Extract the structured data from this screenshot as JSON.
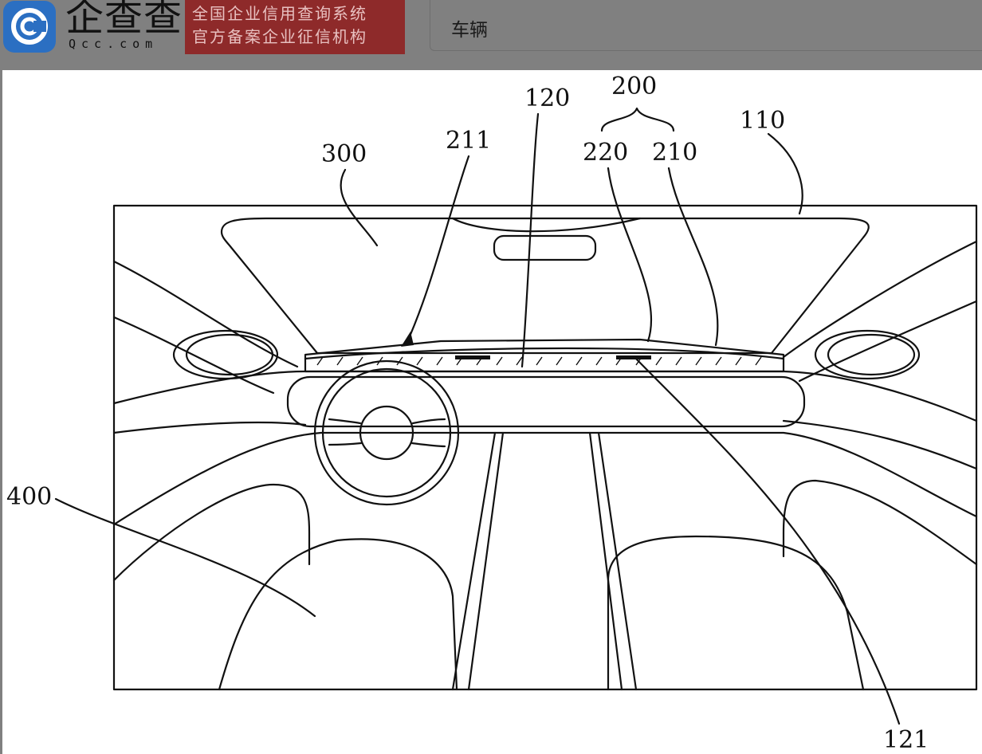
{
  "header": {
    "brand_name": "企查查",
    "brand_domain": "Qcc.com",
    "tagline_line1": "全国企业信用查询系统",
    "tagline_line2": "官方备案企业征信机构",
    "search_value": "车辆"
  },
  "colors": {
    "topbar": "#808080",
    "logo_blue": "#2b6fc2",
    "tagline_bg": "#8e2a2a",
    "tagline_text": "#e8c0c0"
  },
  "figure": {
    "labels": {
      "l200": "200",
      "l120": "120",
      "l110": "110",
      "l211": "211",
      "l300": "300",
      "l220": "220",
      "l210": "210",
      "l400": "400",
      "l121": "121"
    }
  }
}
